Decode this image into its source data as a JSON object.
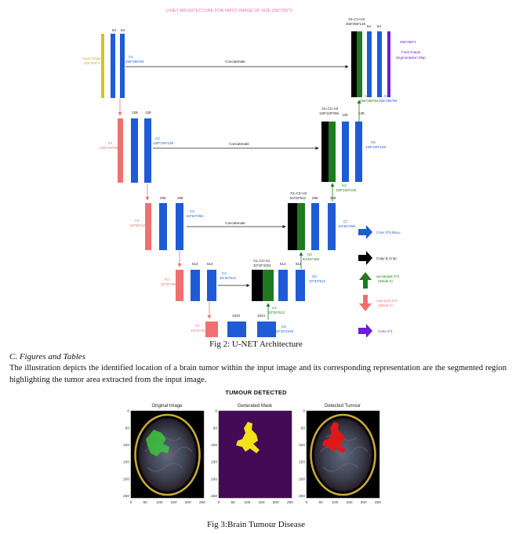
{
  "unet": {
    "title": "U-NET ARCHITECTURE FOR INPUT IMAGE OF SIZE 256*256*3",
    "input_label": "Input Image",
    "input_size": "256*256*3",
    "output_size": "256*256*1",
    "output_label_1": "Final Output",
    "output_label_2": "Segmentation Map",
    "concat": "Concatenate",
    "enc": {
      "c1": "C1",
      "c1_size": "256*256*64",
      "c1_ch": "64",
      "p1": "P1",
      "p1_size": "128*128*64",
      "c2": "C2",
      "c2_size": "128*128*128",
      "c2_ch": "128",
      "p2": "P2",
      "p2_size": "64*64*128",
      "c3": "C3",
      "c3_size": "64*64*256",
      "c3_ch": "256",
      "p3": "P3",
      "p3_size": "32*32*256",
      "c4": "C4",
      "c4_size": "32*32*512",
      "c4_ch": "512",
      "p4": "P4",
      "p4_size": "16*16*512",
      "c5": "C5",
      "c5_size": "16*16*1024",
      "c5_ch": "1024"
    },
    "dec": {
      "u1": "U1",
      "u1_size": "32*32*512",
      "cat4": "X1=C4+U1",
      "cat4_size": "32*32*1024",
      "c6": "C6",
      "c6_size": "32*32*512",
      "c6_ch": "512",
      "u2": "U2",
      "u2_size": "64*64*256",
      "cat3": "X2=C3+U2",
      "cat3_size": "64*64*512",
      "c7": "C7",
      "c7_size": "64*64*256",
      "c7_ch": "256",
      "u3": "U3",
      "u3_size": "128*128*128",
      "cat2": "X3=C2+U3",
      "cat2_size": "128*128*256",
      "c8": "C8",
      "c8_size": "128*128*128",
      "c8_ch": "128",
      "u4": "U4",
      "u4_size": "256*256*64",
      "cat1": "X4=C1+U4",
      "cat1_size": "256*256*128",
      "c9": "C9",
      "c9_size": "256*256*64",
      "c9_ch": "64"
    },
    "legend": {
      "conv": "Conv 3*3,ReLu",
      "copy": "Copy & Crop",
      "up": "up-sample 2*2",
      "up2": "(Stride-2)",
      "pool": "max-pool 2*2",
      "pool2": "(Stride-2)",
      "conv1": "Conv 1*1",
      "colors": {
        "conv": "#1f5bd6",
        "copy": "#000000",
        "up": "#1e7a1e",
        "pool": "#f07070",
        "conv1": "#6a1fd6"
      }
    }
  },
  "caption1": "Fig 2: U-NET Architecture",
  "section": "C.    Figures and Tables",
  "paragraph": "The illustration depicts the identified location of a brain tumor within the input image and its corresponding representation are the segmented region highlighting the tumor area extracted from the input image.",
  "tumour": {
    "title": "TUMOUR DETECTED",
    "panels": [
      {
        "title": "Original Image"
      },
      {
        "title": "Generated Mask"
      },
      {
        "title": "Detected Tumour"
      }
    ],
    "y_ticks": [
      "0",
      "50",
      "100",
      "150",
      "200",
      "250"
    ],
    "x_ticks": [
      "0",
      "50",
      "100",
      "150",
      "200",
      "250"
    ]
  },
  "caption2": "Fig 3:Brain Tumour Disease"
}
